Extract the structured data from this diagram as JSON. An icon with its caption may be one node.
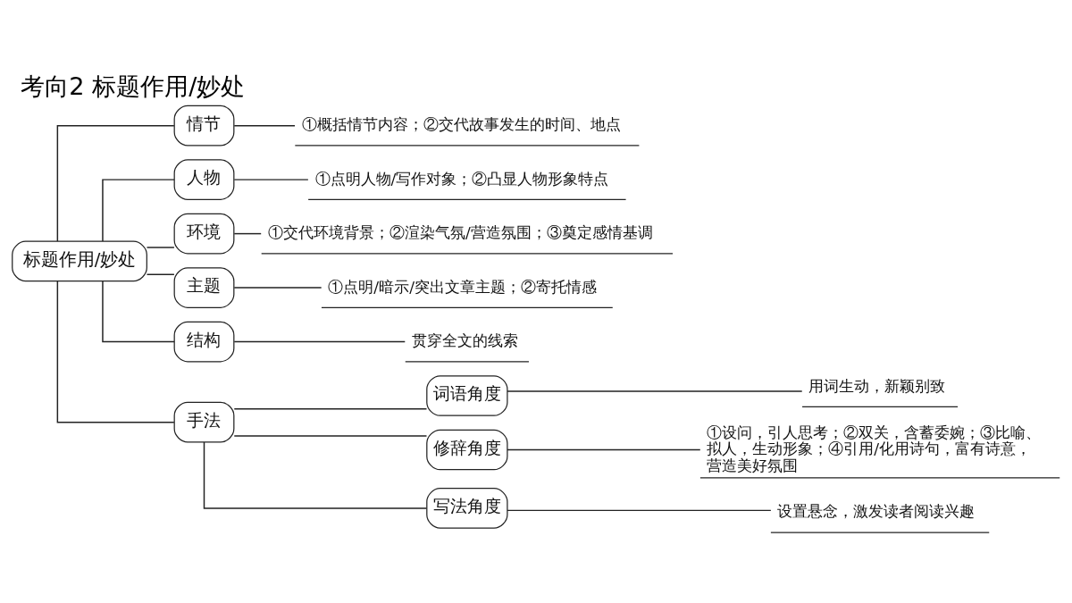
{
  "diagram": {
    "title": "考向2 标题作用/妙处",
    "nodes": [
      {
        "text": [
          "标题作用/妙处"
        ]
      },
      {
        "text": [
          "情节"
        ]
      },
      {
        "text": [
          "①概括情节内容；②交代故事发生的时间、地点"
        ]
      },
      {
        "text": [
          "人物"
        ]
      },
      {
        "text": [
          "①点明人物/写作对象；②凸显人物形象特点"
        ]
      },
      {
        "text": [
          "环境"
        ]
      },
      {
        "text": [
          "①交代环境背景；②渲染气氛/营造氛围；③奠定感情基调"
        ]
      },
      {
        "text": [
          "主题"
        ]
      },
      {
        "text": [
          "①点明/暗示/突出文章主题；②寄托情感"
        ]
      },
      {
        "text": [
          "结构"
        ]
      },
      {
        "text": [
          "贯穿全文的线索"
        ]
      },
      {
        "text": [
          "手法"
        ]
      },
      {
        "text": [
          "词语角度"
        ]
      },
      {
        "text": [
          "用词生动，新颖别致"
        ]
      },
      {
        "text": [
          "修辞角度"
        ]
      },
      {
        "text": [
          "①设问，引人思考；②双关，含蓄委婉；③比喻、拟人，生动形象；④引用/化用诗句，富有诗意，营造美好氛围"
        ]
      },
      {
        "text": [
          "写法角度"
        ]
      },
      {
        "text": [
          "设置悬念，激发读者阅读兴趣"
        ]
      }
    ],
    "edges": [
      {
        "from": 0,
        "to": 1,
        "arrow": "none"
      },
      {
        "from": 0,
        "to": 3,
        "arrow": "none"
      },
      {
        "from": 0,
        "to": 5,
        "arrow": "none"
      },
      {
        "from": 0,
        "to": 7,
        "arrow": "none"
      },
      {
        "from": 0,
        "to": 9,
        "arrow": "none"
      },
      {
        "from": 0,
        "to": 11,
        "arrow": "none"
      },
      {
        "from": 1,
        "to": 2,
        "arrow": "none"
      },
      {
        "from": 3,
        "to": 4,
        "arrow": "none"
      },
      {
        "from": 5,
        "to": 6,
        "arrow": "none"
      },
      {
        "from": 7,
        "to": 8,
        "arrow": "none"
      },
      {
        "from": 9,
        "to": 10,
        "arrow": "none"
      },
      {
        "from": 11,
        "to": 12,
        "arrow": "none"
      },
      {
        "from": 11,
        "to": 14,
        "arrow": "none"
      },
      {
        "from": 11,
        "to": 16,
        "arrow": "none"
      },
      {
        "from": 12,
        "to": 13,
        "arrow": "none"
      },
      {
        "from": 14,
        "to": 15,
        "arrow": "none"
      },
      {
        "from": 16,
        "to": 17,
        "arrow": "none"
      }
    ]
  }
}
